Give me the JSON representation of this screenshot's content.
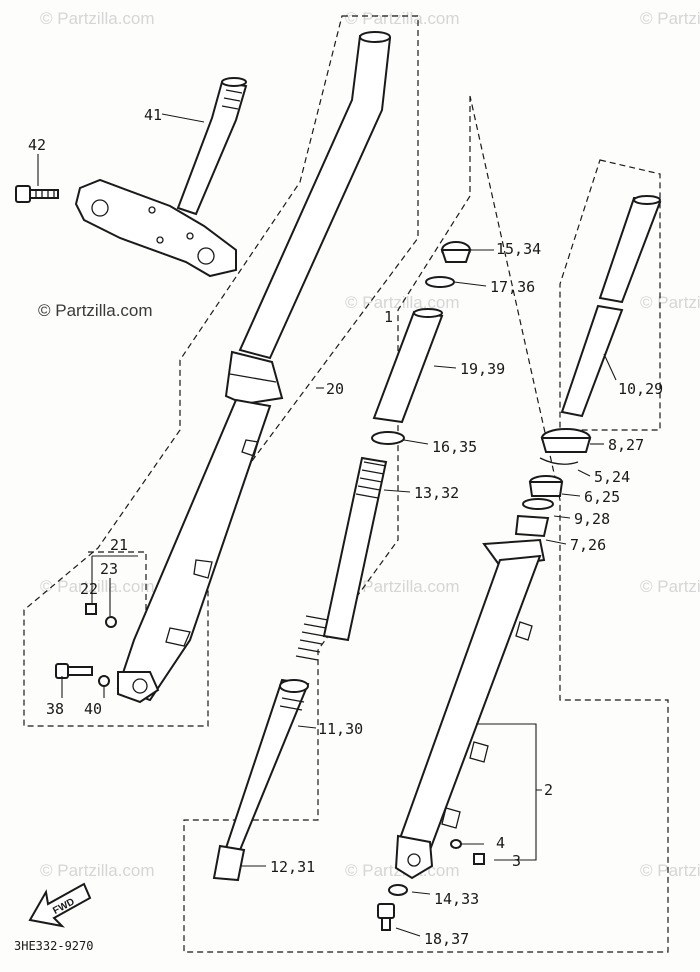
{
  "watermark": {
    "faint_text": "© Partzilla.com",
    "strong_text": "© Partzilla.com"
  },
  "diagram_code": "3HE332-9270",
  "fwd_label": "FWD",
  "callouts": {
    "c41": "41",
    "c42": "42",
    "c20": "20",
    "c21": "21",
    "c22": "22",
    "c23": "23",
    "c38": "38",
    "c40": "40",
    "c1": "1",
    "c15_34": "15,34",
    "c17_36": "17,36",
    "c19_39": "19,39",
    "c16_35": "16,35",
    "c13_32": "13,32",
    "c11_30": "11,30",
    "c12_31": "12,31",
    "c10_29": "10,29",
    "c8_27": "8,27",
    "c5_24": "5,24",
    "c6_25": "6,25",
    "c9_28": "9,28",
    "c7_26": "7,26",
    "c2": "2",
    "c4": "4",
    "c3": "3",
    "c14_33": "14,33",
    "c18_37": "18,37"
  }
}
